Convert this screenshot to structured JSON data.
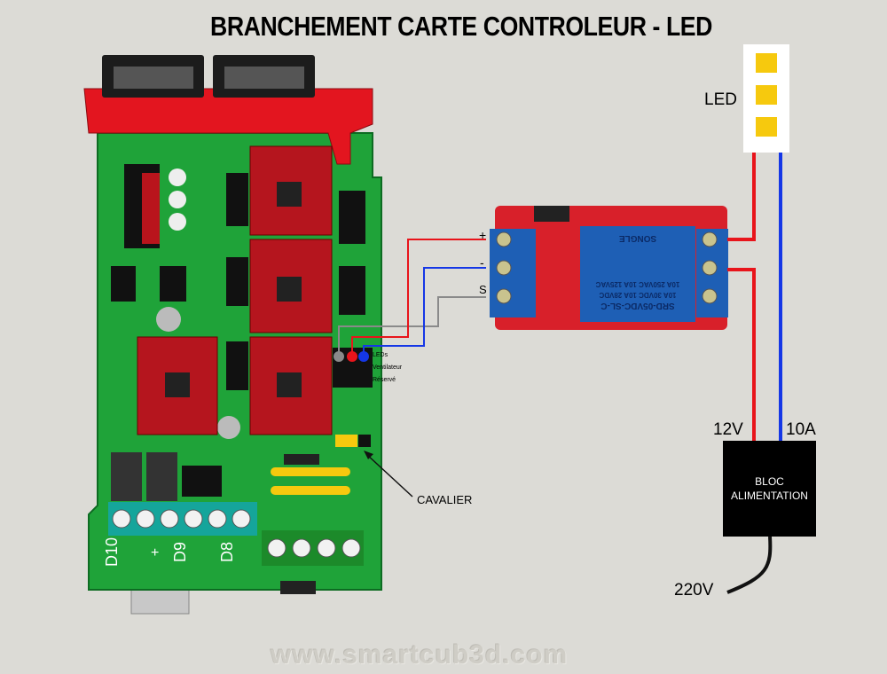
{
  "title": "BRANCHEMENT CARTE CONTROLEUR - LED",
  "led_label": "LED",
  "relay": {
    "pins": [
      "+",
      "-",
      "S"
    ],
    "model": "SRD-05VDC-SL-C",
    "ratings": [
      "10A 250VAC 10A 125VAC",
      "10A 30VDC 10A 28VDC"
    ],
    "brand": "SONGLE"
  },
  "board": {
    "header_labels": [
      "LEDs",
      "Ventilateur",
      "Réservé"
    ],
    "terminal_labels": [
      "D10",
      "D9",
      "D8"
    ],
    "plus": "+"
  },
  "cavalier_label": "CAVALIER",
  "power": {
    "voltage_out": "12V",
    "current": "10A",
    "block_line1": "BLOC",
    "block_line2": "ALIMENTATION",
    "voltage_in": "220V"
  },
  "watermark": "www.smartcub3d.com",
  "colors": {
    "positive": "#e8141b",
    "negative": "#1537e6",
    "signal": "#8a8a8a",
    "board": "#1fa339",
    "driver": "#b5151e",
    "relay_blue": "#1e5fb5"
  }
}
